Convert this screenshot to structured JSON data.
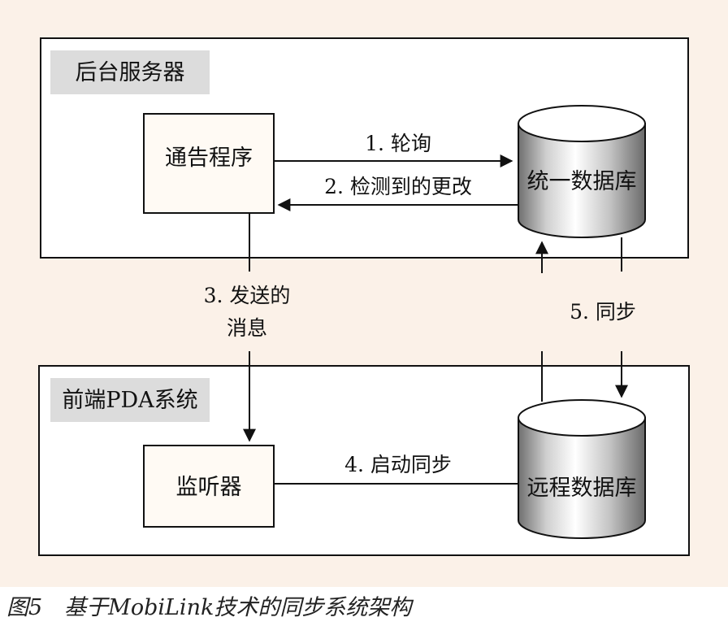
{
  "groups": {
    "backend": {
      "label": "后台服务器"
    },
    "frontend": {
      "label": "前端PDA系统"
    }
  },
  "nodes": {
    "notifier": {
      "label": "通告程序"
    },
    "central_db": {
      "label": "统一数据库"
    },
    "listener": {
      "label": "监听器"
    },
    "remote_db": {
      "label": "远程数据库"
    }
  },
  "edges": {
    "poll": {
      "label": "1. 轮询"
    },
    "detected": {
      "label": "2. 检测到的更改"
    },
    "sent_msg": {
      "line1": "3. 发送的",
      "line2": "消息"
    },
    "start_sync": {
      "label": "4. 启动同步"
    },
    "sync": {
      "label": "5. 同步"
    }
  },
  "caption": "图5　基于MobiLink技术的同步系统架构",
  "colors": {
    "panel_bg": "#fbf1e8",
    "group_label_bg": "#dcdcdc",
    "line": "#111111",
    "box_fill": "#fffaf4"
  }
}
